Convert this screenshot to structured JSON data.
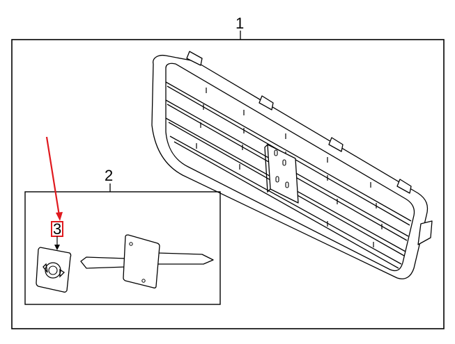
{
  "diagram": {
    "callouts": {
      "grille_assembly": "1",
      "retainer_kit": "2",
      "retainer_clip": "3"
    },
    "highlight_color": "#e0191e",
    "line_color": "#000000",
    "background_color": "#ffffff"
  }
}
